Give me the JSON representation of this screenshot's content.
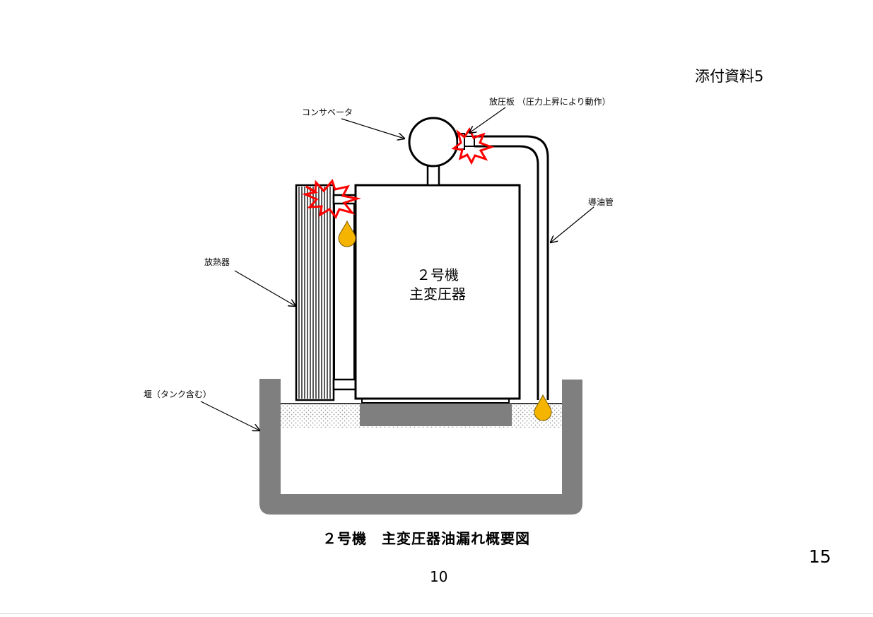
{
  "header": {
    "attachment": "添付資料5"
  },
  "labels": {
    "conservator": "コンサベータ",
    "pressure_relief": "放圧板 （圧力上昇により動作）",
    "oil_pipe": "導油管",
    "radiator": "放熱器",
    "dike": "堰（タンク含む）",
    "machine_line1": "２号機",
    "machine_line2": "主変圧器"
  },
  "caption": "２号機　主変圧器油漏れ概要図",
  "page_number": "10",
  "slide_number": "15",
  "colors": {
    "dike": "#7f7f7f",
    "base": "#7f7f7f",
    "oil": "#f4b400",
    "leak": "#ff0000",
    "outline": "#000000"
  }
}
